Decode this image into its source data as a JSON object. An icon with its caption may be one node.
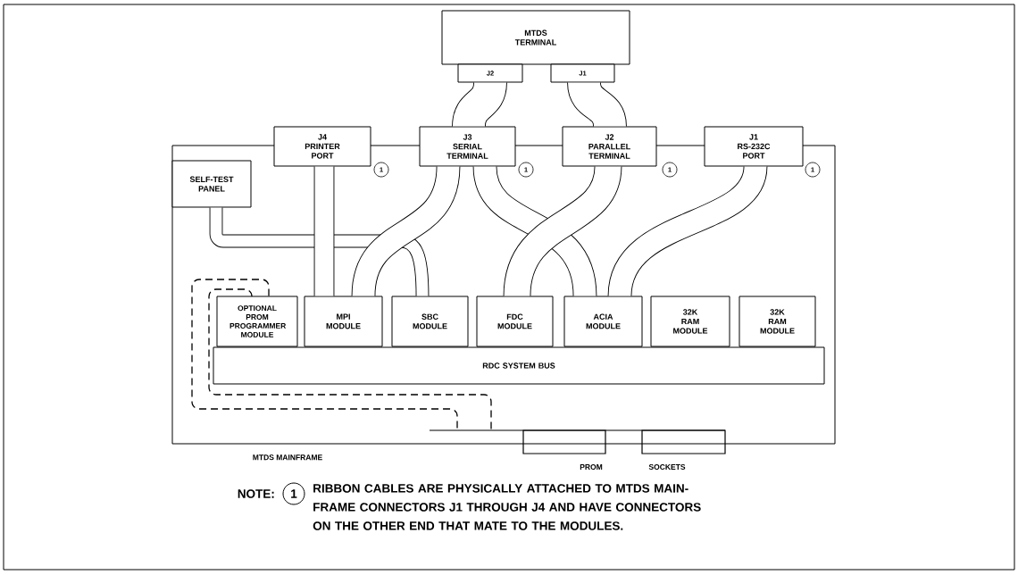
{
  "diagram": {
    "nodes": [
      {
        "text": [
          "MTDS TERMINAL"
        ]
      },
      {
        "text": [
          "J2"
        ]
      },
      {
        "text": [
          "J1"
        ]
      },
      {
        "text": [
          "MTDS MAINFRAME"
        ]
      },
      {
        "text": [
          "J4",
          "PRINTER PORT"
        ]
      },
      {
        "text": [
          "J3",
          "SERIAL TERMINAL"
        ]
      },
      {
        "text": [
          "J2",
          "PARALLEL TERMINAL"
        ]
      },
      {
        "text": [
          "J1",
          "RS-232C PORT"
        ]
      },
      {
        "text": [
          "SELF-TEST PANEL"
        ],
        "in": 3
      },
      {
        "text": [
          "OPTIONAL PROM PROGRAMMER MODULE"
        ],
        "in": 3
      },
      {
        "text": [
          "MPI MODULE"
        ],
        "in": 3
      },
      {
        "text": [
          "SBC MODULE"
        ],
        "in": 3
      },
      {
        "text": [
          "FDC MODULE"
        ],
        "in": 3
      },
      {
        "text": [
          "ACIA MODULE"
        ],
        "in": 3
      },
      {
        "text": [
          "32K RAM MODULE"
        ],
        "in": 3
      },
      {
        "text": [
          "32K RAM MODULE"
        ],
        "in": 3
      },
      {
        "text": [
          "RDC SYSTEM BUS"
        ],
        "in": 3
      },
      {
        "text": [],
        "shape": "bar"
      }
    ],
    "edges": [
      {
        "from": 1,
        "to": 5,
        "arrow": "none"
      },
      {
        "from": 2,
        "to": 6,
        "arrow": "none"
      },
      {
        "from": 8,
        "to": 11,
        "arrow": "none"
      },
      {
        "from": 4,
        "to": 10,
        "arrow": "none"
      },
      {
        "from": 5,
        "to": 10,
        "arrow": "none"
      },
      {
        "from": 5,
        "to": 13,
        "arrow": "none"
      },
      {
        "from": 6,
        "to": 12,
        "arrow": "none"
      },
      {
        "from": 7,
        "to": 13,
        "arrow": "none"
      },
      {
        "from": 9,
        "to": 17,
        "arrow": "none",
        "style": "dashed"
      },
      {
        "from": 9,
        "to": 17,
        "arrow": "none",
        "style": "dashed"
      }
    ],
    "labels": [
      "1",
      "1",
      "1",
      "1",
      "PROM",
      "SOCKETS",
      "NOTE:",
      "1",
      "RIBBON CABLES ARE PHYSICALLY ATTACHED TO MTDS MAIN-FRAME CONNECTORS J1 THROUGH J4 AND HAVE CONNECTORS ON THE OTHER END THAT MATE TO THE MODULES."
    ]
  }
}
